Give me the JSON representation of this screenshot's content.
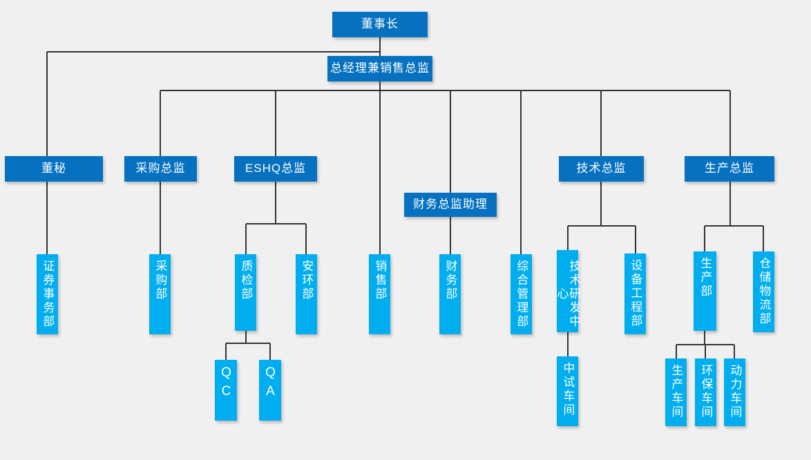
{
  "chart": {
    "title_node": "董事长",
    "background_color": "#f0f0f0",
    "executive_color": "#0571c0",
    "department_color": "#00aeef",
    "line_color": "#333333"
  },
  "nodes": {
    "chairman": {
      "label": "董事长",
      "level": "executive"
    },
    "general_manager": {
      "label": "总经理兼销售总监",
      "level": "executive"
    },
    "board_secretary": {
      "label": "董秘",
      "level": "executive"
    },
    "purchasing_director": {
      "label": "采购总监",
      "level": "executive"
    },
    "eshq_director": {
      "label": "ESHQ总监",
      "level": "executive"
    },
    "finance_assistant": {
      "label": "财务总监助理",
      "level": "executive"
    },
    "technical_director": {
      "label": "技术总监",
      "level": "executive"
    },
    "production_director": {
      "label": "生产总监",
      "level": "executive"
    },
    "securities_dept": {
      "label": "证券事务部",
      "level": "department"
    },
    "purchasing_dept": {
      "label": "采购部",
      "level": "department"
    },
    "quality_dept": {
      "label": "质检部",
      "level": "department"
    },
    "safety_env_dept": {
      "label": "安环部",
      "level": "department"
    },
    "sales_dept": {
      "label": "销售部",
      "level": "department"
    },
    "finance_dept": {
      "label": "财务部",
      "level": "department"
    },
    "admin_dept": {
      "label": "综合管理部",
      "level": "department"
    },
    "rnd_center": {
      "label": "技术研发中心",
      "level": "department"
    },
    "equipment_dept": {
      "label": "设备工程部",
      "level": "department"
    },
    "production_dept": {
      "label": "生产部",
      "level": "department"
    },
    "warehouse_dept": {
      "label": "仓储物流部",
      "level": "department"
    },
    "qc": {
      "label": "QC",
      "level": "department"
    },
    "qa": {
      "label": "QA",
      "level": "department"
    },
    "pilot_workshop": {
      "label": "中试车间",
      "level": "department"
    },
    "production_workshop": {
      "label": "生产车间",
      "level": "department"
    },
    "env_workshop": {
      "label": "环保车间",
      "level": "department"
    },
    "power_workshop": {
      "label": "动力车间",
      "level": "department"
    }
  },
  "relationships": [
    {
      "from": "chairman",
      "to": "general_manager"
    },
    {
      "from": "chairman",
      "to": "board_secretary"
    },
    {
      "from": "board_secretary",
      "to": "securities_dept"
    },
    {
      "from": "general_manager",
      "to": "purchasing_director"
    },
    {
      "from": "general_manager",
      "to": "eshq_director"
    },
    {
      "from": "general_manager",
      "to": "sales_dept"
    },
    {
      "from": "general_manager",
      "to": "finance_assistant"
    },
    {
      "from": "general_manager",
      "to": "admin_dept"
    },
    {
      "from": "general_manager",
      "to": "technical_director"
    },
    {
      "from": "general_manager",
      "to": "production_director"
    },
    {
      "from": "purchasing_director",
      "to": "purchasing_dept"
    },
    {
      "from": "eshq_director",
      "to": "quality_dept"
    },
    {
      "from": "eshq_director",
      "to": "safety_env_dept"
    },
    {
      "from": "quality_dept",
      "to": "qc"
    },
    {
      "from": "quality_dept",
      "to": "qa"
    },
    {
      "from": "finance_assistant",
      "to": "finance_dept"
    },
    {
      "from": "technical_director",
      "to": "rnd_center"
    },
    {
      "from": "technical_director",
      "to": "equipment_dept"
    },
    {
      "from": "rnd_center",
      "to": "pilot_workshop"
    },
    {
      "from": "production_director",
      "to": "production_dept"
    },
    {
      "from": "production_director",
      "to": "warehouse_dept"
    },
    {
      "from": "production_dept",
      "to": "production_workshop"
    },
    {
      "from": "production_dept",
      "to": "env_workshop"
    },
    {
      "from": "production_dept",
      "to": "power_workshop"
    }
  ]
}
